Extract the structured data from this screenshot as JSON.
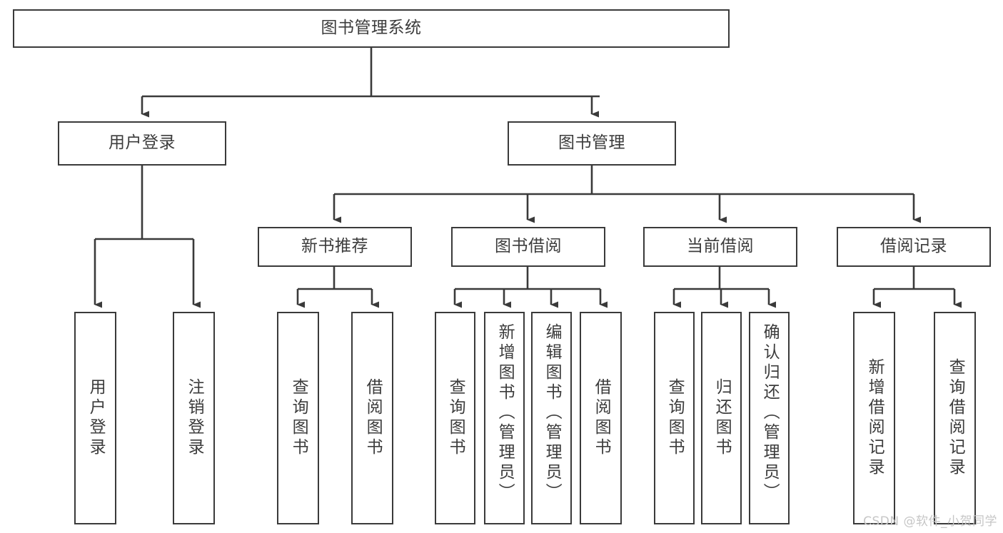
{
  "diagram": {
    "type": "tree-hierarchy-chart",
    "title_node": {
      "label": "图书管理系统"
    },
    "level1": [
      {
        "id": "user-login",
        "label": "用户登录"
      },
      {
        "id": "book-management",
        "label": "图书管理"
      }
    ],
    "level2": [
      {
        "id": "new-book-recommend",
        "label": "新书推荐",
        "parent": "book-management"
      },
      {
        "id": "book-borrow",
        "label": "图书借阅",
        "parent": "book-management"
      },
      {
        "id": "current-borrow",
        "label": "当前借阅",
        "parent": "book-management"
      },
      {
        "id": "borrow-record",
        "label": "借阅记录",
        "parent": "book-management"
      }
    ],
    "leaves": [
      {
        "id": "leaf-user-login",
        "label": "用户登录",
        "parent": "user-login"
      },
      {
        "id": "leaf-logout-login",
        "label": "注销登录",
        "parent": "user-login"
      },
      {
        "id": "leaf-query-book-1",
        "label": "查询图书",
        "parent": "new-book-recommend"
      },
      {
        "id": "leaf-borrow-book-1",
        "label": "借阅图书",
        "parent": "new-book-recommend"
      },
      {
        "id": "leaf-query-book-2",
        "label": "查询图书",
        "parent": "book-borrow"
      },
      {
        "id": "leaf-add-book",
        "label": "新增图书（管理员）",
        "parent": "book-borrow"
      },
      {
        "id": "leaf-edit-book",
        "label": "编辑图书（管理员）",
        "parent": "book-borrow"
      },
      {
        "id": "leaf-borrow-book-2",
        "label": "借阅图书",
        "parent": "book-borrow"
      },
      {
        "id": "leaf-query-book-3",
        "label": "查询图书",
        "parent": "current-borrow"
      },
      {
        "id": "leaf-return-book",
        "label": "归还图书",
        "parent": "current-borrow"
      },
      {
        "id": "leaf-confirm-return",
        "label": "确认归还（管理员）",
        "parent": "current-borrow"
      },
      {
        "id": "leaf-add-record",
        "label": "新增借阅记录",
        "parent": "borrow-record"
      },
      {
        "id": "leaf-query-record",
        "label": "查询借阅记录",
        "parent": "borrow-record"
      }
    ],
    "colors": {
      "stroke": "#3a3a3a",
      "text": "#3c3c3c",
      "background": "#ffffff",
      "watermark": "#c6c6c6"
    }
  },
  "watermark": {
    "text": "CSDN @软件_小贺同学"
  }
}
